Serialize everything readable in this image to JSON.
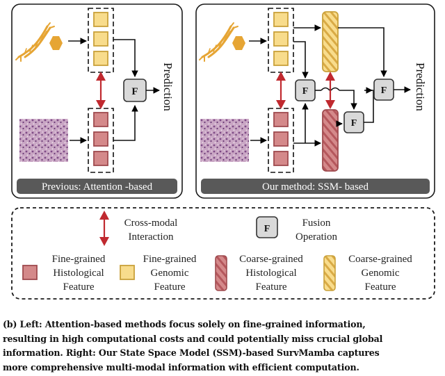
{
  "left_panel": {
    "label": "Previous: Attention -based",
    "prediction": "Prediction"
  },
  "right_panel": {
    "label": "Our method: SSM- based",
    "prediction": "Prediction"
  },
  "fusion_letter": "F",
  "legend": {
    "cross_modal": [
      "Cross-modal",
      "Interaction"
    ],
    "fusion": [
      "Fusion",
      "Operation"
    ],
    "fine_hist": [
      "Fine-grained",
      "Histological",
      "Feature"
    ],
    "fine_gen": [
      "Fine-grained",
      "Genomic",
      "Feature"
    ],
    "coarse_hist": [
      "Coarse-grained",
      "Histological",
      "Feature"
    ],
    "coarse_gen": [
      "Coarse-grained",
      "Genomic",
      "Feature"
    ]
  },
  "caption": [
    "(b) Left: Attention-based methods focus solely on fine-grained information,",
    "resulting in high computational costs and could potentially miss crucial global",
    "information. Right: Our State Space Model (SSM)-based SurvMamba captures",
    "more comprehensive multi-modal information with efficient computation."
  ],
  "colors": {
    "genomic_fill": "#f8dc8c",
    "genomic_stroke": "#c9a13a",
    "hist_fill": "#d4898a",
    "hist_stroke": "#9e4a4e",
    "arrow_red": "#c0292f",
    "fusion_fill": "#d9d9d9",
    "label_bar": "#595959",
    "dna_orange": "#e6a534"
  }
}
